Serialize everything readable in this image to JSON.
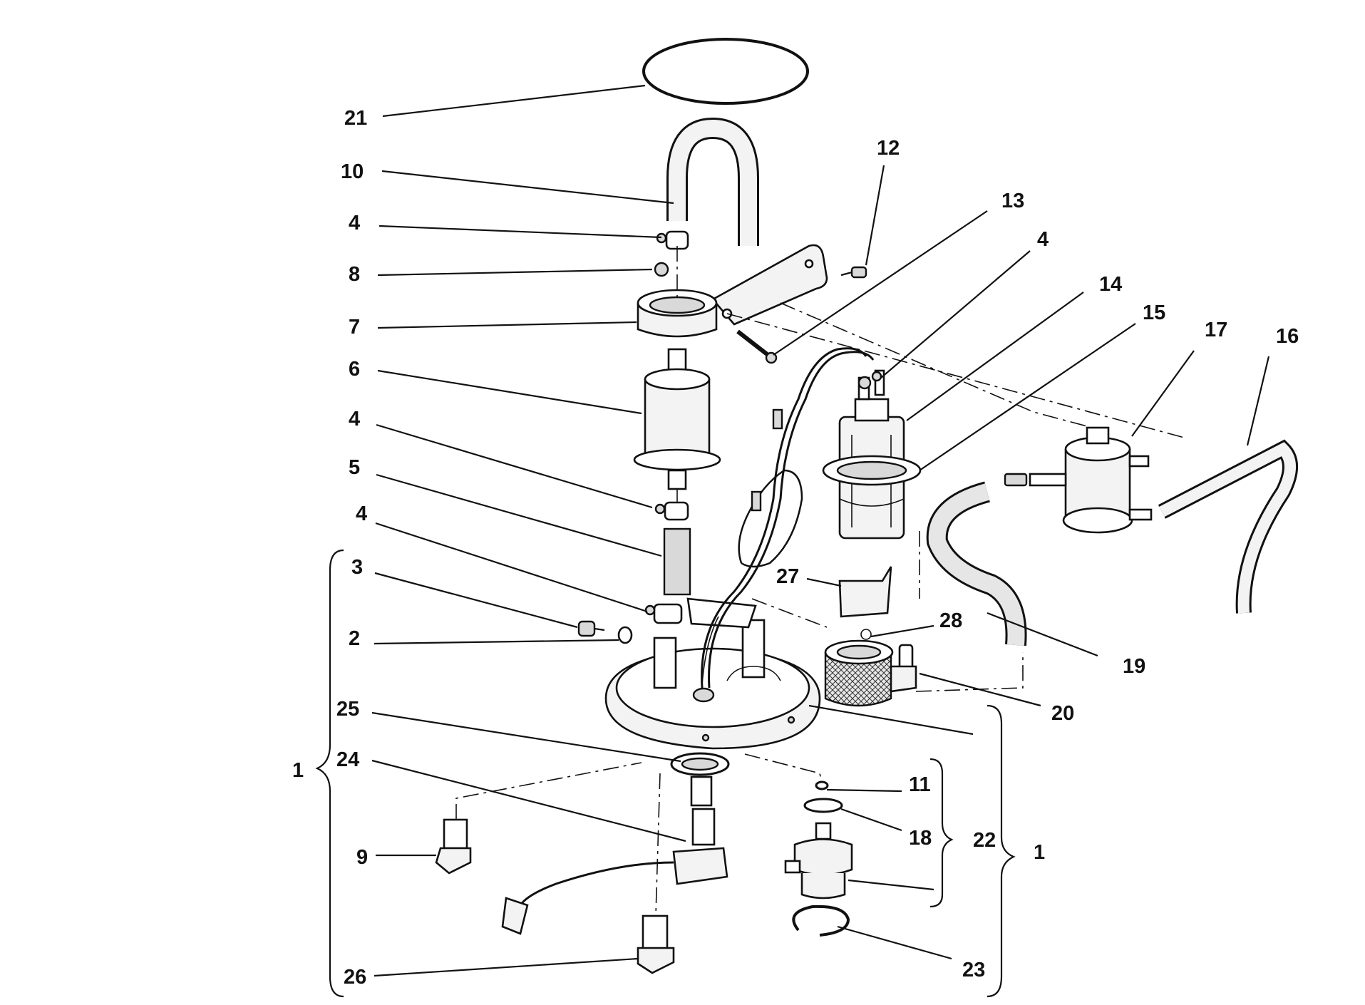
{
  "labels": {
    "l21": "21",
    "l10": "10",
    "l4a": "4",
    "l8": "8",
    "l7": "7",
    "l6": "6",
    "l4b": "4",
    "l5": "5",
    "l4c": "4",
    "l3": "3",
    "l2": "2",
    "l25": "25",
    "l24": "24",
    "l1a": "1",
    "l9": "9",
    "l26": "26",
    "l12": "12",
    "l13": "13",
    "l4d": "4",
    "l14": "14",
    "l15": "15",
    "l17": "17",
    "l16": "16",
    "l27": "27",
    "l28": "28",
    "l19": "19",
    "l20": "20",
    "l11": "11",
    "l18": "18",
    "l22": "22",
    "l1b": "1",
    "l23": "23"
  }
}
